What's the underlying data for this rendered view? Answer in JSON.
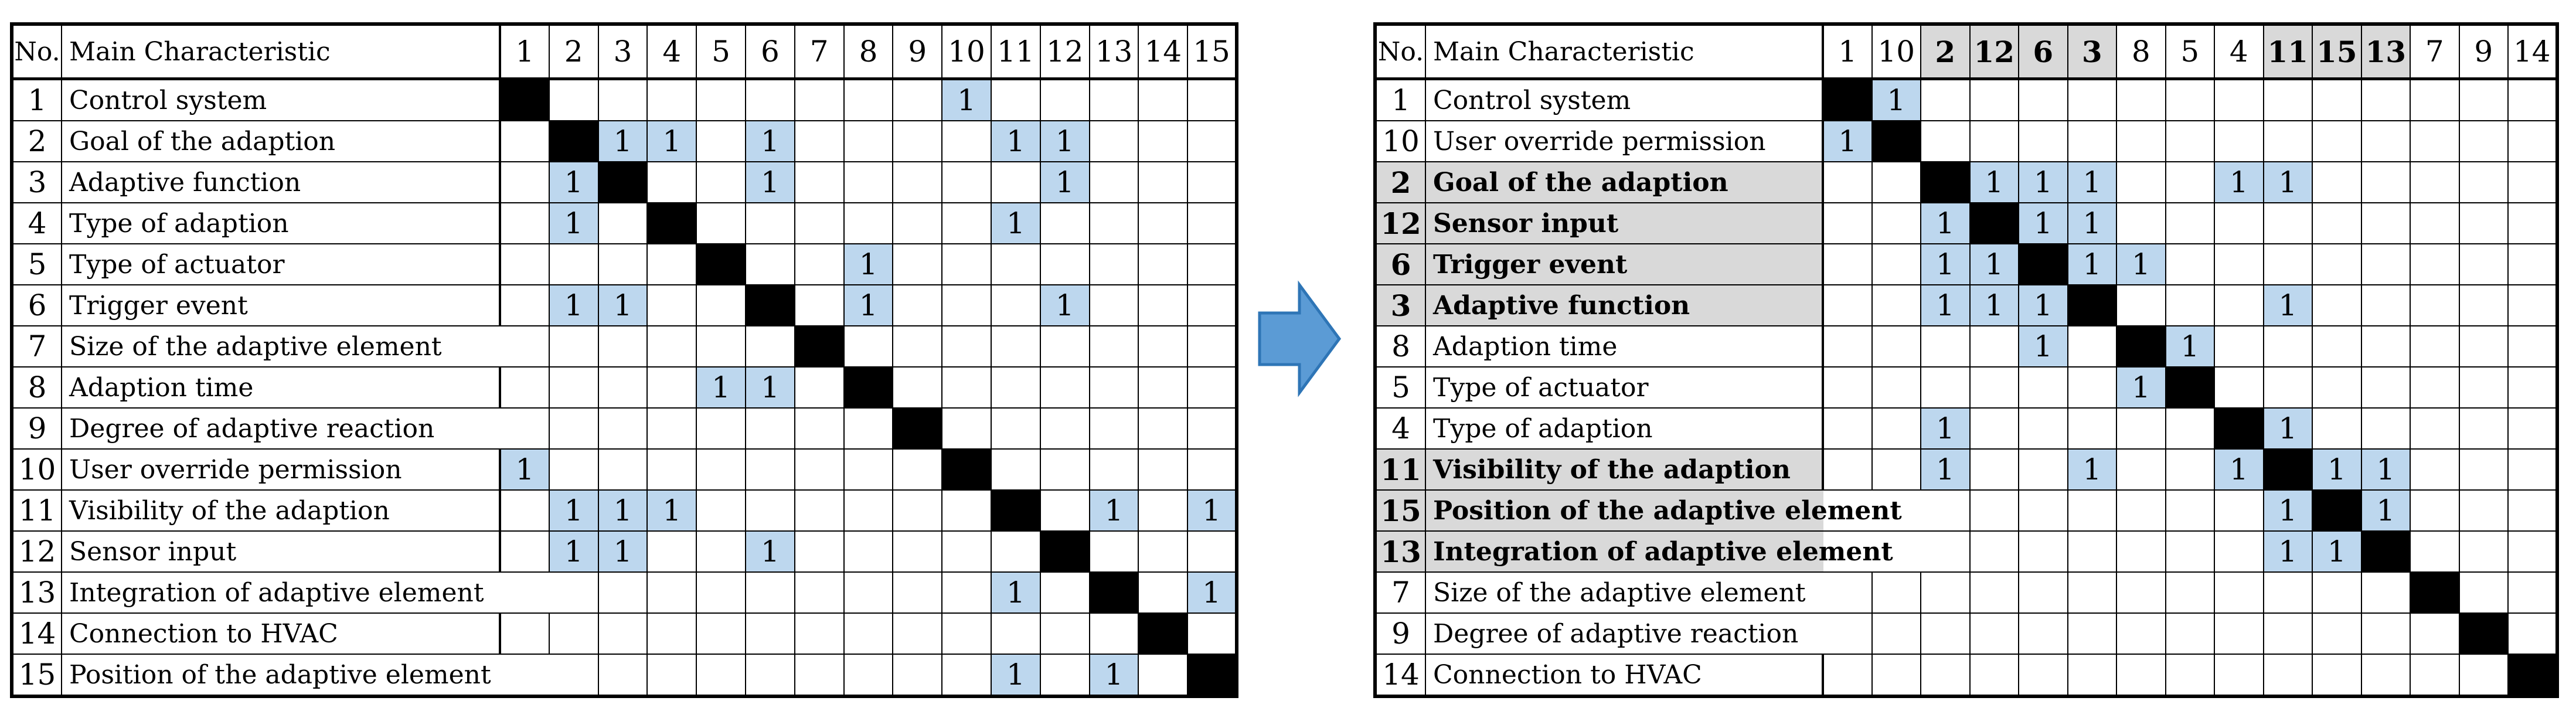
{
  "colors": {
    "dependency_cell_blue": "#BDD7EE",
    "highlight_gray": "#D9D9D9",
    "diagonal_black": "#000000",
    "arrow_fill": "#5B9BD5",
    "arrow_outline": "#2E75B6"
  },
  "dependency_marker": "1",
  "arrow": {
    "direction": "right"
  },
  "left_table": {
    "no_header": "No.",
    "characteristic_header": "Main Characteristic",
    "columns": [
      {
        "label": "1",
        "highlight": false
      },
      {
        "label": "2",
        "highlight": false
      },
      {
        "label": "3",
        "highlight": false
      },
      {
        "label": "4",
        "highlight": false
      },
      {
        "label": "5",
        "highlight": false
      },
      {
        "label": "6",
        "highlight": false
      },
      {
        "label": "7",
        "highlight": false
      },
      {
        "label": "8",
        "highlight": false
      },
      {
        "label": "9",
        "highlight": false
      },
      {
        "label": "10",
        "highlight": false
      },
      {
        "label": "11",
        "highlight": false
      },
      {
        "label": "12",
        "highlight": false
      },
      {
        "label": "13",
        "highlight": false
      },
      {
        "label": "14",
        "highlight": false
      },
      {
        "label": "15",
        "highlight": false
      }
    ],
    "rows": [
      {
        "no": "1",
        "label": "Control system",
        "highlight": false,
        "cells": [
          "D",
          "",
          "",
          "",
          "",
          "",
          "",
          "",
          "",
          "1",
          "",
          "",
          "",
          "",
          ""
        ]
      },
      {
        "no": "2",
        "label": "Goal of the adaption",
        "highlight": false,
        "cells": [
          "",
          "D",
          "1",
          "1",
          "",
          "1",
          "",
          "",
          "",
          "",
          "1",
          "1",
          "",
          "",
          ""
        ]
      },
      {
        "no": "3",
        "label": "Adaptive function",
        "highlight": false,
        "cells": [
          "",
          "1",
          "D",
          "",
          "",
          "1",
          "",
          "",
          "",
          "",
          "",
          "1",
          "",
          "",
          ""
        ]
      },
      {
        "no": "4",
        "label": "Type of adaption",
        "highlight": false,
        "cells": [
          "",
          "1",
          "",
          "D",
          "",
          "",
          "",
          "",
          "",
          "",
          "1",
          "",
          "",
          "",
          ""
        ]
      },
      {
        "no": "5",
        "label": "Type of actuator",
        "highlight": false,
        "cells": [
          "",
          "",
          "",
          "",
          "D",
          "",
          "",
          "1",
          "",
          "",
          "",
          "",
          "",
          "",
          ""
        ]
      },
      {
        "no": "6",
        "label": "Trigger event",
        "highlight": false,
        "cells": [
          "",
          "1",
          "1",
          "",
          "",
          "D",
          "",
          "1",
          "",
          "",
          "",
          "1",
          "",
          "",
          ""
        ]
      },
      {
        "no": "7",
        "label": "Size of the adaptive element",
        "highlight": false,
        "cells": [
          "",
          "",
          "",
          "",
          "",
          "",
          "D",
          "",
          "",
          "",
          "",
          "",
          "",
          "",
          ""
        ]
      },
      {
        "no": "8",
        "label": "Adaption time",
        "highlight": false,
        "cells": [
          "",
          "",
          "",
          "",
          "1",
          "1",
          "",
          "D",
          "",
          "",
          "",
          "",
          "",
          "",
          ""
        ]
      },
      {
        "no": "9",
        "label": "Degree of adaptive reaction",
        "highlight": false,
        "cells": [
          "",
          "",
          "",
          "",
          "",
          "",
          "",
          "",
          "D",
          "",
          "",
          "",
          "",
          "",
          ""
        ]
      },
      {
        "no": "10",
        "label": "User override permission",
        "highlight": false,
        "cells": [
          "1",
          "",
          "",
          "",
          "",
          "",
          "",
          "",
          "",
          "D",
          "",
          "",
          "",
          "",
          ""
        ]
      },
      {
        "no": "11",
        "label": "Visibility of the adaption",
        "highlight": false,
        "cells": [
          "",
          "1",
          "1",
          "1",
          "",
          "",
          "",
          "",
          "",
          "",
          "D",
          "",
          "1",
          "",
          "1"
        ]
      },
      {
        "no": "12",
        "label": "Sensor input",
        "highlight": false,
        "cells": [
          "",
          "1",
          "1",
          "",
          "",
          "1",
          "",
          "",
          "",
          "",
          "",
          "D",
          "",
          "",
          ""
        ]
      },
      {
        "no": "13",
        "label": "Integration of adaptive element",
        "highlight": false,
        "cells": [
          "",
          "",
          "",
          "",
          "",
          "",
          "",
          "",
          "",
          "",
          "1",
          "",
          "D",
          "",
          "1"
        ]
      },
      {
        "no": "14",
        "label": "Connection to HVAC",
        "highlight": false,
        "cells": [
          "",
          "",
          "",
          "",
          "",
          "",
          "",
          "",
          "",
          "",
          "",
          "",
          "",
          "D",
          ""
        ]
      },
      {
        "no": "15",
        "label": "Position of the adaptive element",
        "highlight": false,
        "cells": [
          "",
          "",
          "",
          "",
          "",
          "",
          "",
          "",
          "",
          "",
          "1",
          "",
          "1",
          "",
          "D"
        ]
      }
    ]
  },
  "right_table": {
    "no_header": "No.",
    "characteristic_header": "Main Characteristic",
    "columns": [
      {
        "label": "1",
        "highlight": false
      },
      {
        "label": "10",
        "highlight": false
      },
      {
        "label": "2",
        "highlight": true
      },
      {
        "label": "12",
        "highlight": true
      },
      {
        "label": "6",
        "highlight": true
      },
      {
        "label": "3",
        "highlight": true
      },
      {
        "label": "8",
        "highlight": false
      },
      {
        "label": "5",
        "highlight": false
      },
      {
        "label": "4",
        "highlight": false
      },
      {
        "label": "11",
        "highlight": true
      },
      {
        "label": "15",
        "highlight": true
      },
      {
        "label": "13",
        "highlight": true
      },
      {
        "label": "7",
        "highlight": false
      },
      {
        "label": "9",
        "highlight": false
      },
      {
        "label": "14",
        "highlight": false
      }
    ],
    "rows": [
      {
        "no": "1",
        "label": "Control system",
        "highlight": false,
        "cells": [
          "D",
          "1",
          "",
          "",
          "",
          "",
          "",
          "",
          "",
          "",
          "",
          "",
          "",
          "",
          ""
        ]
      },
      {
        "no": "10",
        "label": "User override permission",
        "highlight": false,
        "cells": [
          "1",
          "D",
          "",
          "",
          "",
          "",
          "",
          "",
          "",
          "",
          "",
          "",
          "",
          "",
          ""
        ]
      },
      {
        "no": "2",
        "label": "Goal of the adaption",
        "highlight": true,
        "cells": [
          "",
          "",
          "D",
          "1",
          "1",
          "1",
          "",
          "",
          "1",
          "1",
          "",
          "",
          "",
          "",
          ""
        ]
      },
      {
        "no": "12",
        "label": "Sensor input",
        "highlight": true,
        "cells": [
          "",
          "",
          "1",
          "D",
          "1",
          "1",
          "",
          "",
          "",
          "",
          "",
          "",
          "",
          "",
          ""
        ]
      },
      {
        "no": "6",
        "label": "Trigger event",
        "highlight": true,
        "cells": [
          "",
          "",
          "1",
          "1",
          "D",
          "1",
          "1",
          "",
          "",
          "",
          "",
          "",
          "",
          "",
          ""
        ]
      },
      {
        "no": "3",
        "label": "Adaptive function",
        "highlight": true,
        "cells": [
          "",
          "",
          "1",
          "1",
          "1",
          "D",
          "",
          "",
          "",
          "1",
          "",
          "",
          "",
          "",
          ""
        ]
      },
      {
        "no": "8",
        "label": "Adaption time",
        "highlight": false,
        "cells": [
          "",
          "",
          "",
          "",
          "1",
          "",
          "D",
          "1",
          "",
          "",
          "",
          "",
          "",
          "",
          ""
        ]
      },
      {
        "no": "5",
        "label": "Type of actuator",
        "highlight": false,
        "cells": [
          "",
          "",
          "",
          "",
          "",
          "",
          "1",
          "D",
          "",
          "",
          "",
          "",
          "",
          "",
          ""
        ]
      },
      {
        "no": "4",
        "label": "Type of adaption",
        "highlight": false,
        "cells": [
          "",
          "",
          "1",
          "",
          "",
          "",
          "",
          "",
          "D",
          "1",
          "",
          "",
          "",
          "",
          ""
        ]
      },
      {
        "no": "11",
        "label": "Visibility of the adaption",
        "highlight": true,
        "cells": [
          "",
          "",
          "1",
          "",
          "",
          "1",
          "",
          "",
          "1",
          "D",
          "1",
          "1",
          "",
          "",
          ""
        ]
      },
      {
        "no": "15",
        "label": "Position of the adaptive element",
        "highlight": true,
        "cells": [
          "",
          "",
          "",
          "",
          "",
          "",
          "",
          "",
          "",
          "1",
          "D",
          "1",
          "",
          "",
          ""
        ]
      },
      {
        "no": "13",
        "label": "Integration of adaptive element",
        "highlight": true,
        "cells": [
          "",
          "",
          "",
          "",
          "",
          "",
          "",
          "",
          "",
          "1",
          "1",
          "D",
          "",
          "",
          ""
        ]
      },
      {
        "no": "7",
        "label": "Size of the adaptive element",
        "highlight": false,
        "cells": [
          "",
          "",
          "",
          "",
          "",
          "",
          "",
          "",
          "",
          "",
          "",
          "",
          "D",
          "",
          ""
        ]
      },
      {
        "no": "9",
        "label": "Degree of adaptive reaction",
        "highlight": false,
        "cells": [
          "",
          "",
          "",
          "",
          "",
          "",
          "",
          "",
          "",
          "",
          "",
          "",
          "",
          "D",
          ""
        ]
      },
      {
        "no": "14",
        "label": "Connection to HVAC",
        "highlight": false,
        "cells": [
          "",
          "",
          "",
          "",
          "",
          "",
          "",
          "",
          "",
          "",
          "",
          "",
          "",
          "",
          "D"
        ]
      }
    ]
  }
}
